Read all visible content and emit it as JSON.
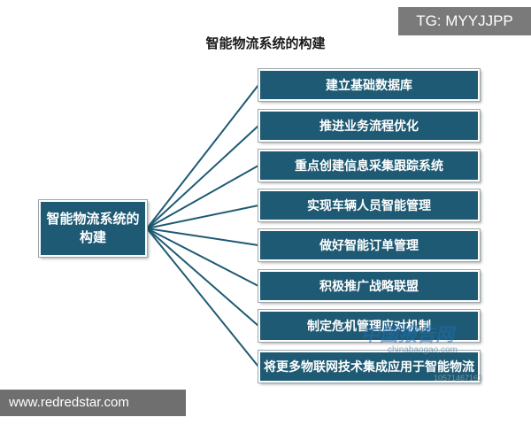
{
  "title": "智能物流系统的构建",
  "tag": "TG: MYYJJPP",
  "root": "智能物流系统的构建",
  "items": [
    "建立基础数据库",
    "推进业务流程优化",
    "重点创建信息采集跟踪系统",
    "实现车辆人员智能管理",
    "做好智能订单管理",
    "积极推广战略联盟",
    "制定危机管理应对机制",
    "将更多物联网技术集成应用于智能物流"
  ],
  "watermark": {
    "brand": "中国报告网",
    "site": "chinabaogao.com",
    "id": "10571467163"
  },
  "footer": "www.redredstar.com",
  "colors": {
    "box": "#1e5a73",
    "connector": "#1e5a73"
  }
}
